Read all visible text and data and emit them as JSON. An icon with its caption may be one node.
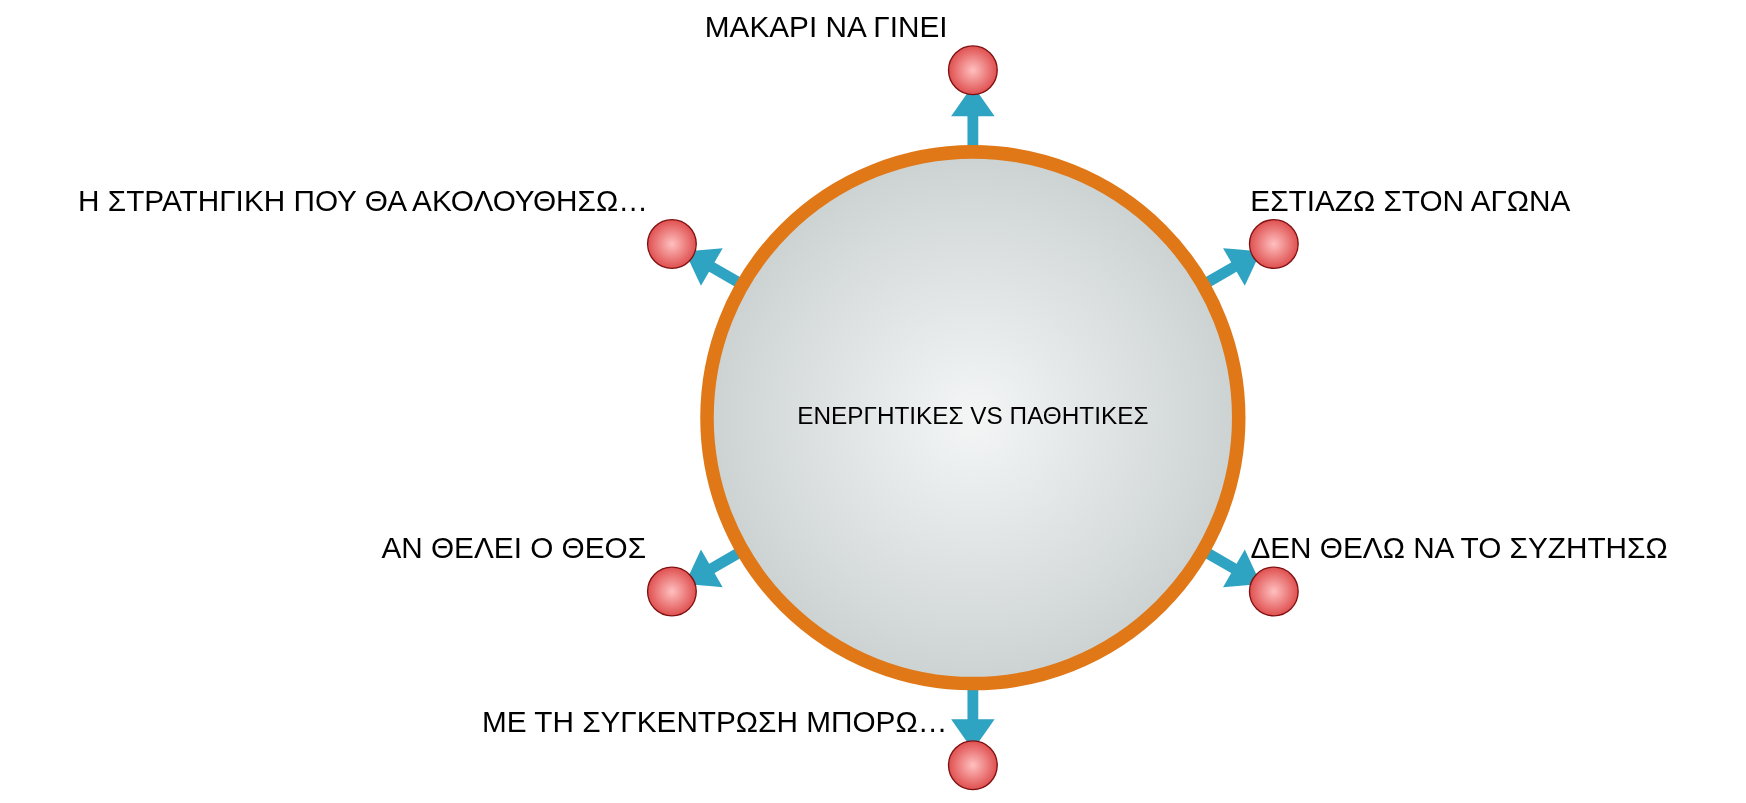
{
  "diagram": {
    "nodes": [
      {
        "text": [
          "ΕΝΕΡΓΗΤΙΚΕΣ VS ΠΑΘΗΤΙΚΕΣ"
        ]
      },
      {
        "text": [],
        "shape": "circle",
        "beside": [
          "ΕΣΤΙΑΖΩ ΣΤΟΝ ΑΓΩΝΑ"
        ]
      },
      {
        "text": [],
        "shape": "circle",
        "beside": [
          "ΜΑΚΑΡΙ ΝΑ ΓΙΝΕΙ"
        ]
      },
      {
        "text": [],
        "shape": "circle",
        "beside": [
          "Η ΣΤΡΑΤΗΓΙΚΗ ΠΟΥ ΘΑ ΑΚΟΛΟΥΘΗΣΩ…"
        ]
      },
      {
        "text": [],
        "shape": "circle",
        "beside": [
          "ΑΝ ΘΕΛΕΙ Ο ΘΕΟΣ"
        ]
      },
      {
        "text": [],
        "shape": "circle",
        "beside": [
          "ΜΕ ΤΗ ΣΥΓΚΕΝΤΡΩΣΗ ΜΠΟΡΩ…"
        ]
      },
      {
        "text": [],
        "shape": "circle",
        "beside": [
          "ΔΕΝ ΘΕΛΩ ΝΑ ΤΟ ΣΥΖΗΤΗΣΩ"
        ]
      }
    ],
    "edges": [
      {
        "from": 0,
        "to": 1,
        "arrow": "to"
      },
      {
        "from": 0,
        "to": 2,
        "arrow": "to"
      },
      {
        "from": 0,
        "to": 3,
        "arrow": "to"
      },
      {
        "from": 0,
        "to": 4,
        "arrow": "to"
      },
      {
        "from": 0,
        "to": 5,
        "arrow": "to"
      },
      {
        "from": 0,
        "to": 6,
        "arrow": "to"
      }
    ]
  }
}
